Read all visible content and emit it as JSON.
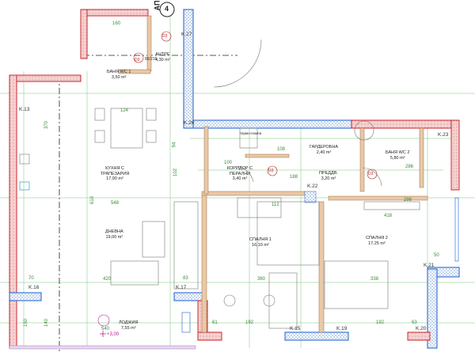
{
  "apartment": {
    "prefix": "АП",
    "number": "4"
  },
  "rooms": [
    {
      "name": "АНТРЕ",
      "area": "4,30 m²"
    },
    {
      "name": "БАНЯ WC 1",
      "area": "3,50 m²"
    },
    {
      "name": "КУХНЯ С ТРАПЕЗАРИЯ",
      "area": "17,90 m²"
    },
    {
      "name": "ДНЕВНА",
      "area": "19,00 m²"
    },
    {
      "name": "КОРИДОР С ПЕРАЛНИ",
      "area": "3,40 m²"
    },
    {
      "name": "ГАРДЕРОБНА",
      "area": "2,40 m²"
    },
    {
      "name": "ПРЕДДВ.",
      "area": "3,20 m²"
    },
    {
      "name": "БАНЯ WC 2",
      "area": "5,80 m²"
    },
    {
      "name": "СПАЛНЯ 1",
      "area": "16,10 m²"
    },
    {
      "name": "СПАЛНЯ 2",
      "area": "17,25 m²"
    },
    {
      "name": "ЛОДЖИЯ",
      "area": "7,55 m²"
    }
  ],
  "boiler": "термо-помпа",
  "columns": [
    "K.13",
    "K.16",
    "K.17",
    "K.26",
    "K.27",
    "K.22",
    "K.23",
    "K.21",
    "K.15",
    "K.19",
    "K.20"
  ],
  "door_tags": [
    "D3",
    "D3",
    "D3",
    "D3"
  ],
  "dimensions": [
    "160",
    "124",
    "548",
    "610",
    "420",
    "360",
    "338",
    "192",
    "192",
    "112",
    "418",
    "540",
    "100",
    "108",
    "188",
    "286",
    "298",
    "70",
    "83",
    "61",
    "63",
    "150",
    "140",
    "370",
    "94",
    "102",
    "50",
    "86/215"
  ],
  "elevation": "+3,00",
  "colors": {
    "wall_red": "#c8282d",
    "wall_hatch": "#f2c4c4",
    "column_blue": "#1a5fd0",
    "dimension_green": "#3a8a3a"
  }
}
